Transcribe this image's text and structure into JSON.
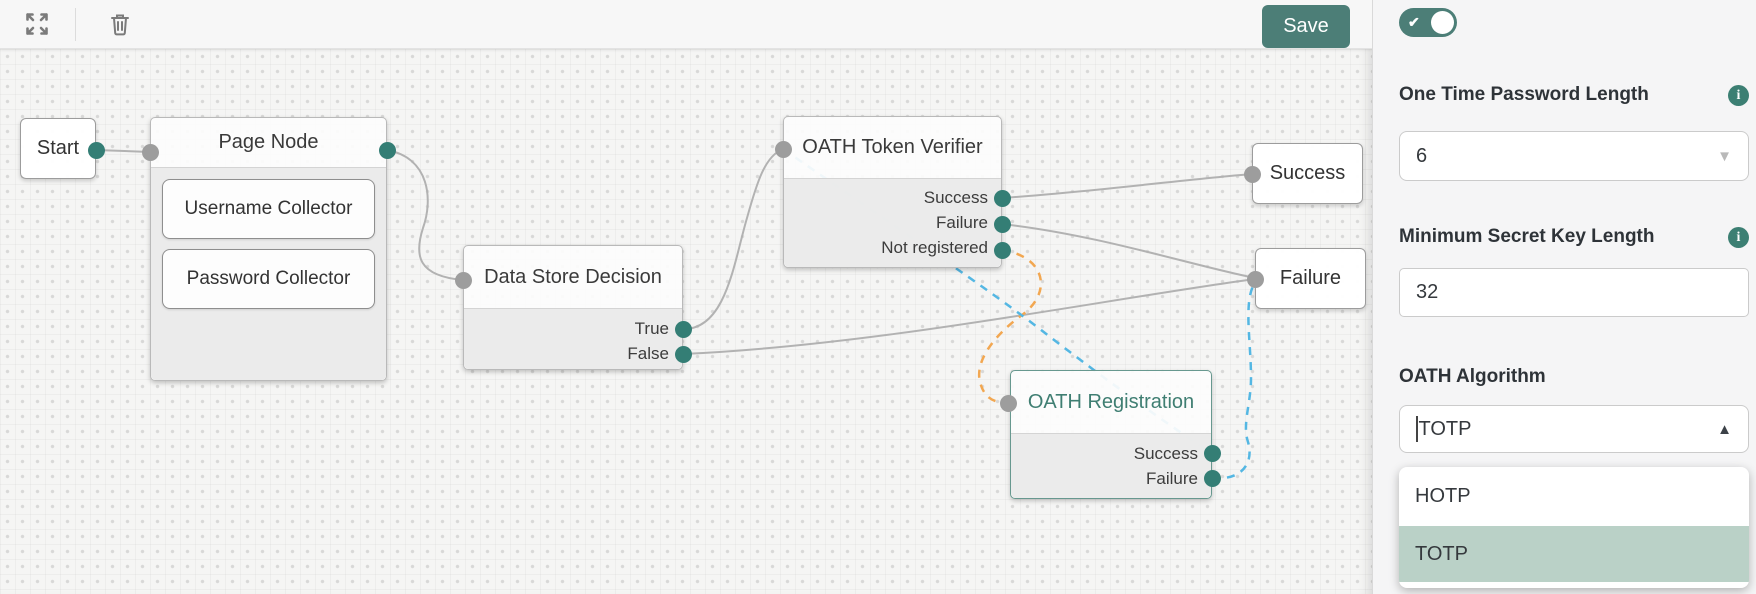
{
  "toolbar": {
    "save_label": "Save"
  },
  "panel": {
    "enabled_toggle": {
      "state": "on",
      "check_glyph": "✔"
    },
    "otp_length": {
      "label": "One Time Password Length",
      "value": "6"
    },
    "secret_key_length": {
      "label": "Minimum Secret Key Length",
      "value": "32"
    },
    "oath_algorithm": {
      "label": "OATH Algorithm",
      "value": "TOTP",
      "options": [
        "HOTP",
        "TOTP"
      ],
      "selected_option": "TOTP"
    },
    "info_glyph": "i"
  },
  "canvas": {
    "nodes": {
      "start": {
        "title": "Start"
      },
      "page_node": {
        "title": "Page Node",
        "children": [
          "Username Collector",
          "Password Collector"
        ]
      },
      "data_store_decision": {
        "title": "Data Store Decision",
        "outcomes": [
          "True",
          "False"
        ]
      },
      "oath_token_verifier": {
        "title": "OATH Token Verifier",
        "outcomes": [
          "Success",
          "Failure",
          "Not registered"
        ]
      },
      "oath_registration": {
        "title": "OATH Registration",
        "outcomes": [
          "Success",
          "Failure"
        ]
      },
      "success": {
        "title": "Success"
      },
      "failure": {
        "title": "Failure"
      }
    }
  },
  "colors": {
    "accent_teal": "#4C7E77",
    "dot_teal": "#347E75",
    "selected_node": "#3F7E72",
    "selected_row_green": "#BAD1C7",
    "wire_gray": "#b2b2b2",
    "wire_blue": "#54b7e3",
    "wire_orange": "#f2a751"
  }
}
